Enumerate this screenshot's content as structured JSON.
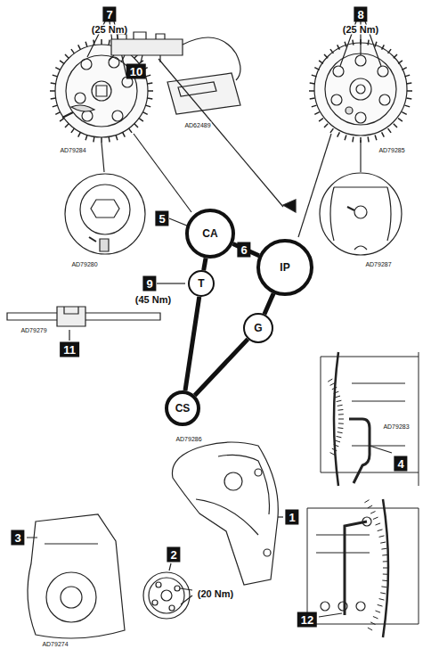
{
  "diagram": {
    "nodes": [
      {
        "text": [
          "CA"
        ]
      },
      {
        "text": [
          "T"
        ]
      },
      {
        "text": [
          "IP"
        ]
      },
      {
        "text": [
          "G"
        ]
      },
      {
        "text": [
          "CS"
        ]
      }
    ],
    "edges": [
      {
        "from": 0,
        "to": 1,
        "arrow": "none"
      },
      {
        "from": 1,
        "to": 4,
        "arrow": "none"
      },
      {
        "from": 4,
        "to": 3,
        "arrow": "none"
      },
      {
        "from": 3,
        "to": 2,
        "arrow": "none"
      },
      {
        "from": 2,
        "to": 0,
        "arrow": "none"
      }
    ],
    "labels": [
      "7",
      "(25 Nm)",
      "AD79284",
      "AD79280",
      "8",
      "(25 Nm)",
      "AD79285",
      "AD79287",
      "10",
      "AD62489",
      "5",
      "6",
      "9",
      "(45 Nm)",
      "AD79286",
      "AD79279",
      "11",
      "AD79283",
      "4",
      "1",
      "2",
      "(20 Nm)",
      "3",
      "AD79274",
      "12"
    ]
  }
}
